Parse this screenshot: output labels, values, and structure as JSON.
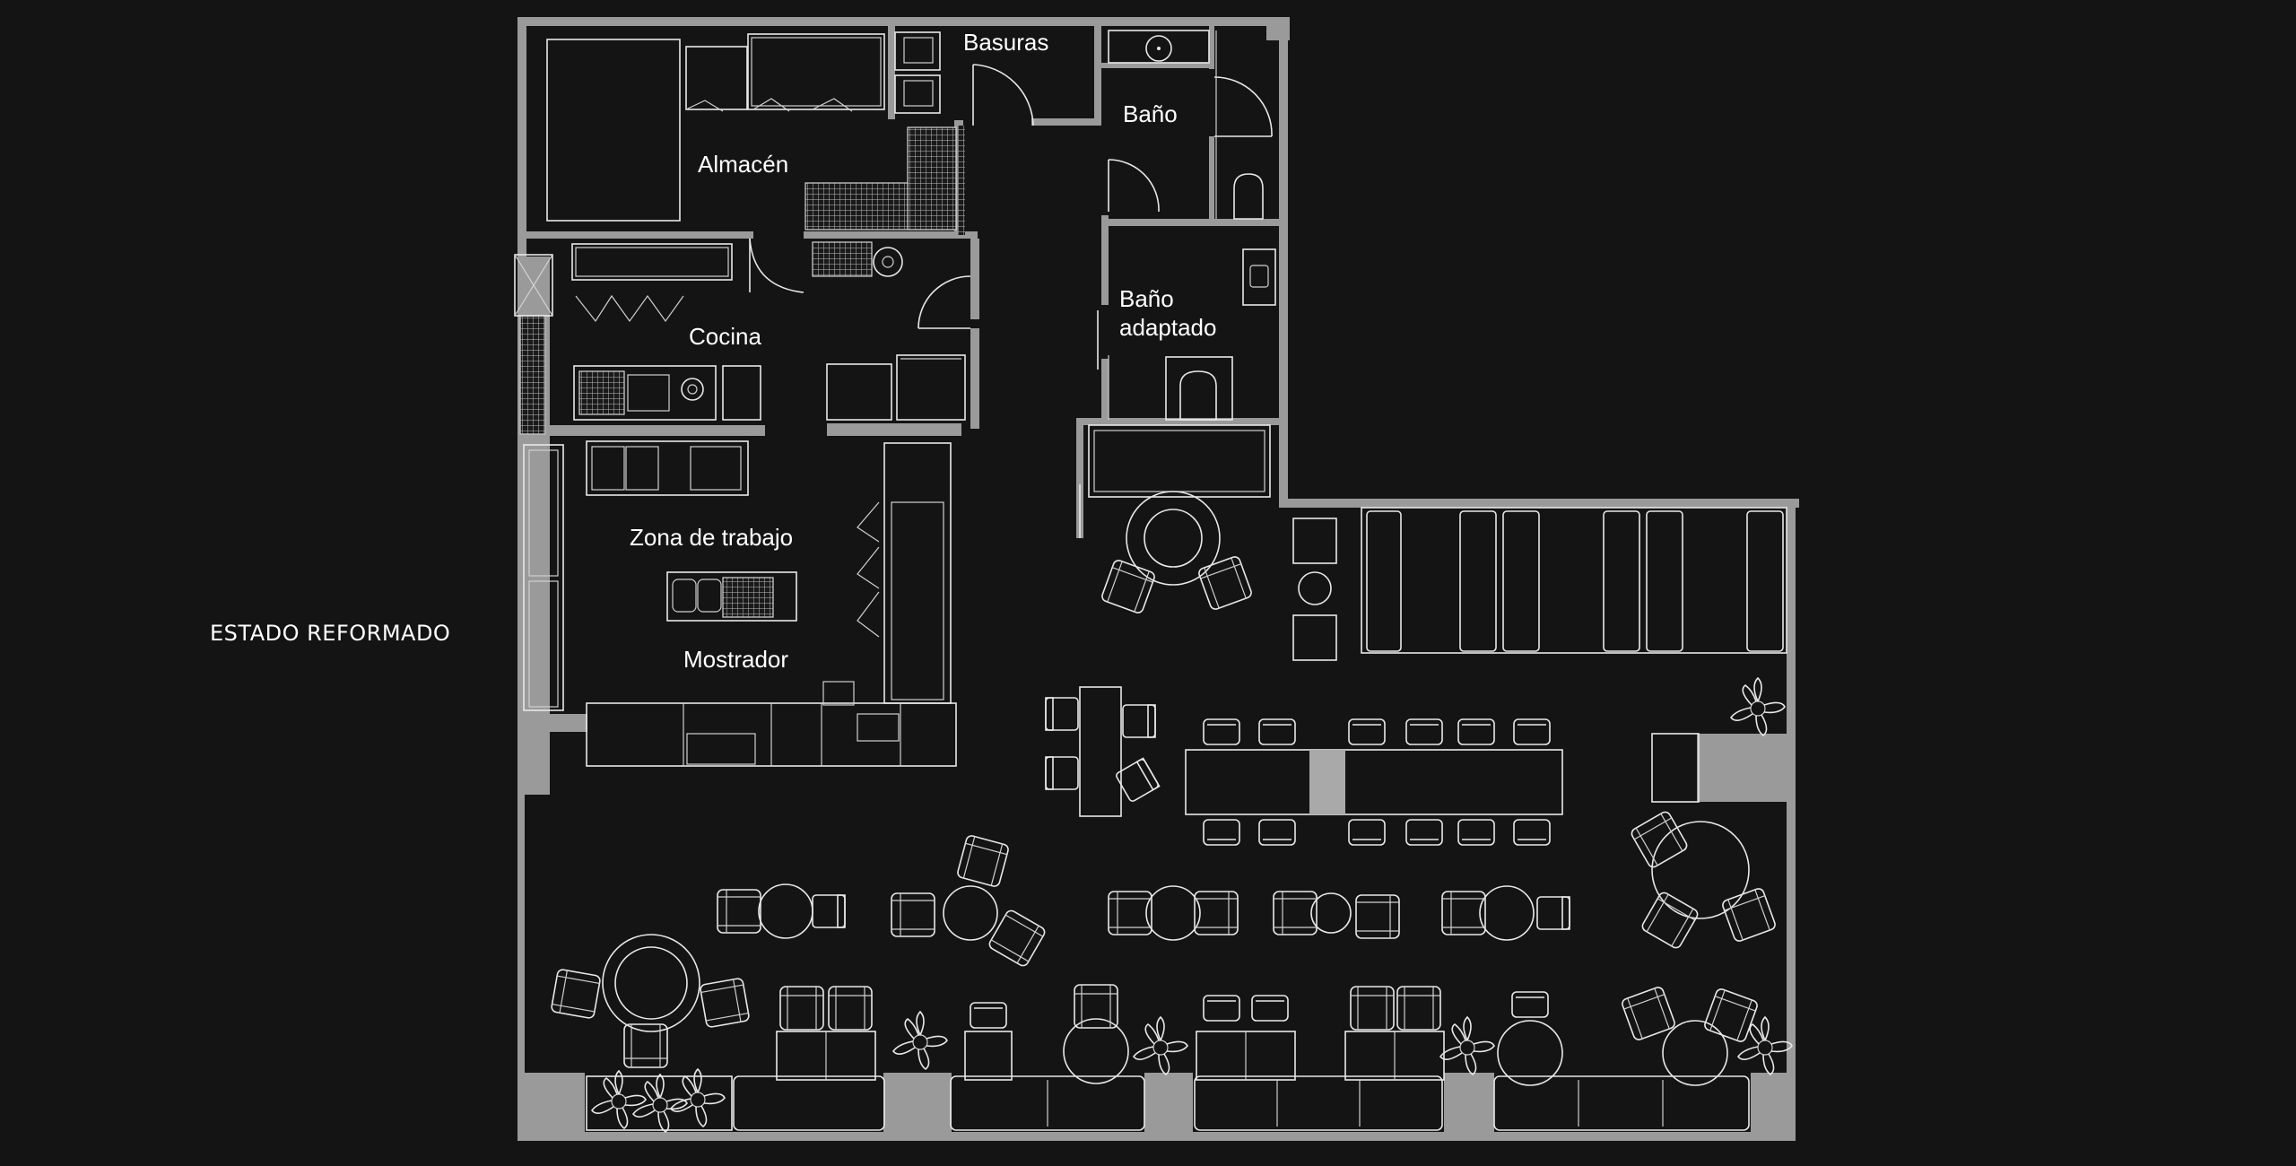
{
  "title": "ESTADO REFORMADO",
  "rooms": {
    "basuras": "Basuras",
    "bano": "Baño",
    "almacen": "Almacén",
    "cocina": "Cocina",
    "bano_adaptado_1": "Baño",
    "bano_adaptado_2": "adaptado",
    "zona_trabajo": "Zona de trabajo",
    "mostrador": "Mostrador"
  },
  "colors": {
    "background": "#141414",
    "wall": "#9a9a9a",
    "line": "#e8e8e8",
    "text": "#ffffff"
  }
}
